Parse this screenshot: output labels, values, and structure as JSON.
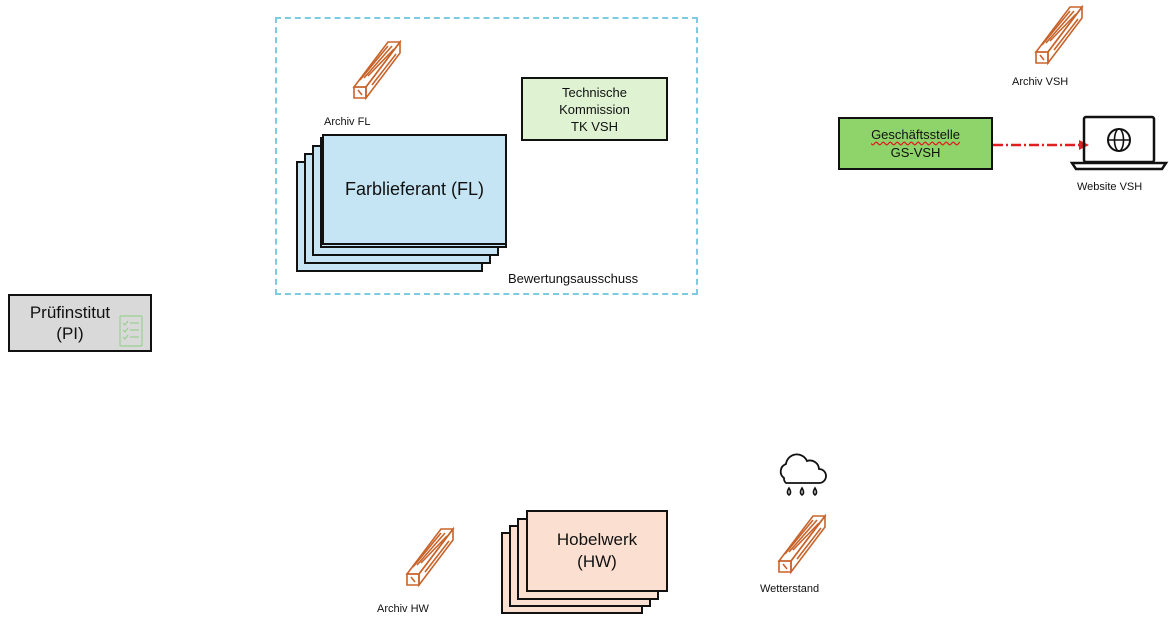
{
  "committee": {
    "label": "Bewertungsausschuss"
  },
  "tk": {
    "line1": "Technische",
    "line2": "Kommission",
    "line3": "TK VSH"
  },
  "fl": {
    "label": "Farblieferant (FL)",
    "archive": "Archiv  FL"
  },
  "gs": {
    "line1": "Geschäftsstelle",
    "line2": "GS-VSH"
  },
  "vsh_archive": {
    "label": "Archiv VSH"
  },
  "website": {
    "label": "Website VSH"
  },
  "pi": {
    "line1": "Prüfinstitut",
    "line2": "(PI)"
  },
  "hw": {
    "line1": "Hobelwerk",
    "line2": "(HW)",
    "archive": "Archiv  HW"
  },
  "weather": {
    "label": "Wetterstand"
  },
  "colors": {
    "fl_fill": "#c5e5f4",
    "tk_fill": "#dff3d2",
    "gs_fill": "#8fd36b",
    "pi_fill": "#d9d9d9",
    "hw_fill": "#fbe0d1",
    "dashed_border": "#7ccbe0",
    "wood": "#c8632a",
    "arrow": "#e02020"
  },
  "icons": [
    "wood-plank-icon",
    "laptop-globe-icon",
    "checklist-icon",
    "rain-cloud-icon"
  ]
}
